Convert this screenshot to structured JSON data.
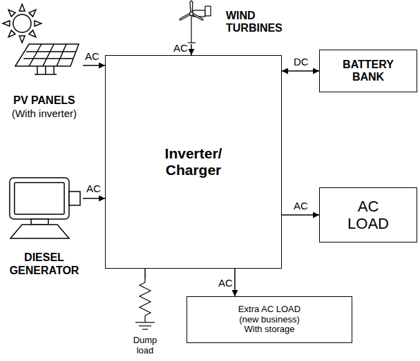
{
  "diagram": {
    "nodes": [
      {
        "text": [
          "WIND TURBINES"
        ]
      },
      {
        "text": [
          "PV PANELS",
          "(With inverter)"
        ]
      },
      {
        "text": [
          "Inverter/ Charger"
        ]
      },
      {
        "text": [
          "BATTERY BANK"
        ]
      },
      {
        "text": [
          "DIESEL GENERATOR"
        ]
      },
      {
        "text": [
          "AC LOAD"
        ]
      },
      {
        "text": [
          "Dump load"
        ]
      },
      {
        "text": [
          "Extra AC LOAD (new business) With storage"
        ]
      }
    ],
    "edges": [
      {
        "from": 0,
        "to": 2,
        "label": "AC",
        "arrow": "to"
      },
      {
        "from": 1,
        "to": 2,
        "label": "AC",
        "arrow": "to"
      },
      {
        "from": 2,
        "to": 3,
        "label": "DC",
        "arrow": "both"
      },
      {
        "from": 4,
        "to": 2,
        "label": "AC",
        "arrow": "to"
      },
      {
        "from": 2,
        "to": 5,
        "label": "AC",
        "arrow": "to"
      },
      {
        "from": 2,
        "to": 7,
        "label": "AC",
        "arrow": "to"
      },
      {
        "from": 2,
        "to": 6,
        "arrow": "none"
      }
    ]
  }
}
